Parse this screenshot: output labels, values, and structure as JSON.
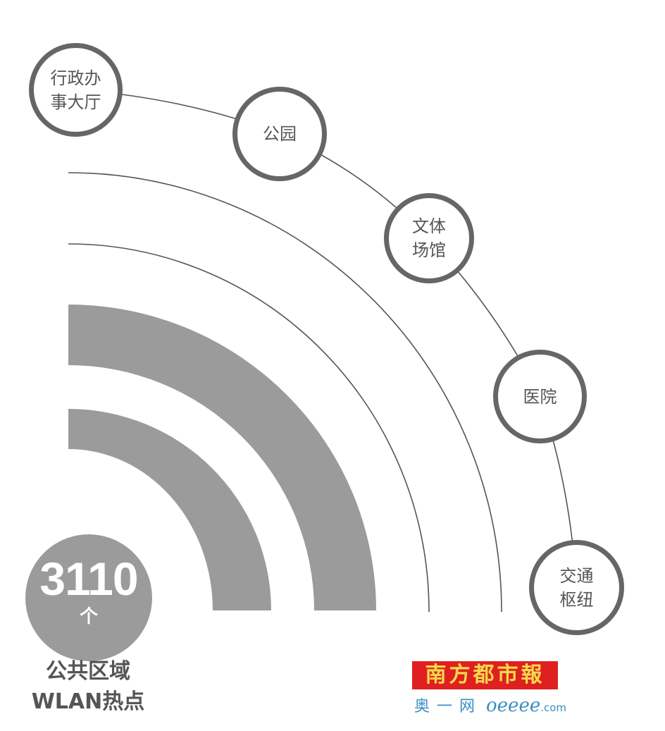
{
  "diagram": {
    "title": "公共区域WLAN热点",
    "colors": {
      "band": "#9b9b9b",
      "line": "#555555",
      "node_border": "#666666",
      "text": "#555555",
      "logo_red": "#e02020",
      "logo_yellow": "#f3d94a",
      "logo_blue": "#3a8fc0"
    },
    "badge": {
      "value": "3110",
      "unit": "个"
    },
    "caption": {
      "line1": "公共区域",
      "line2": "WLAN热点"
    },
    "nodes": [
      {
        "line1": "行政办",
        "line2": "事大厅"
      },
      {
        "line1": "公园",
        "line2": ""
      },
      {
        "line1": "文体",
        "line2": "场馆"
      },
      {
        "line1": "医院",
        "line2": ""
      },
      {
        "line1": "交通",
        "line2": "枢纽"
      }
    ],
    "logo": {
      "name": "南方都市報",
      "sub_cn": "奥一网",
      "sub_site": "oeeee",
      "sub_domain": ".com"
    }
  }
}
